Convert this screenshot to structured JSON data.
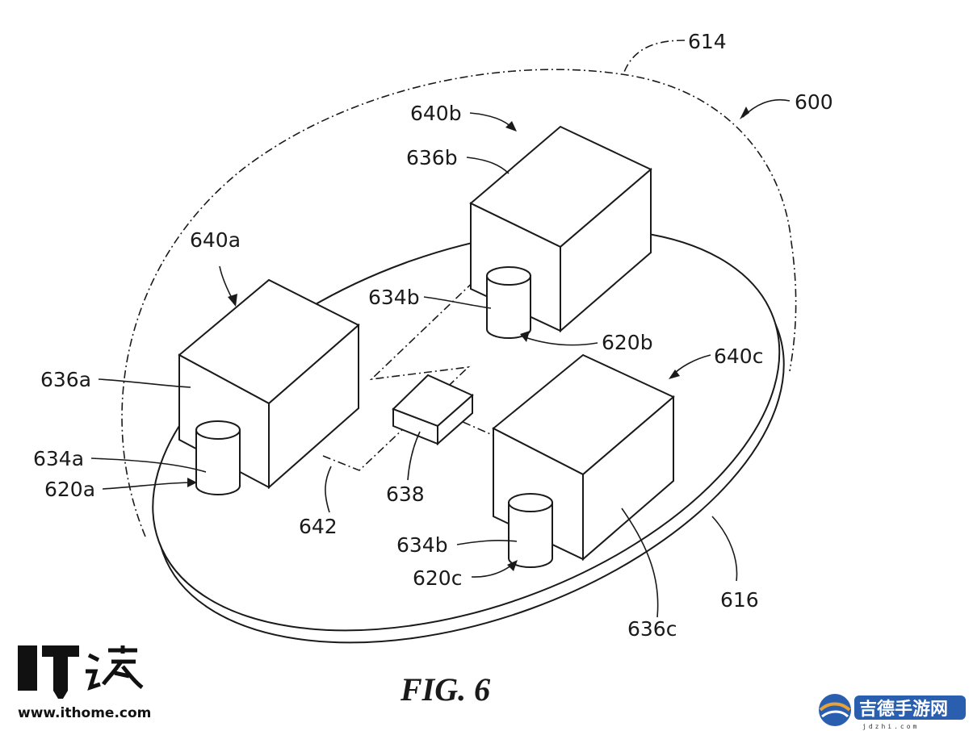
{
  "labels": {
    "l614": "614",
    "l600": "600",
    "l640b": "640b",
    "l636b": "636b",
    "l640a": "640a",
    "l634b_top": "634b",
    "l620b": "620b",
    "l640c": "640c",
    "l636a": "636a",
    "l634a": "634a",
    "l620a": "620a",
    "l642": "642",
    "l638": "638",
    "l634b_bottom": "634b",
    "l620c": "620c",
    "l616": "616",
    "l636c": "636c"
  },
  "caption": "FIG. 6",
  "watermarks": {
    "ithome_logo": "IT之家",
    "ithome_url": "www.ithome.com",
    "jdzhi_logo": "吉德手游网",
    "jdzhi_url": "jdzhi.com"
  },
  "colors": {
    "line": "#1a1a1a",
    "jdzhi_badge": "#2a5fb0",
    "jdzhi_wave": "#e8a23a"
  }
}
